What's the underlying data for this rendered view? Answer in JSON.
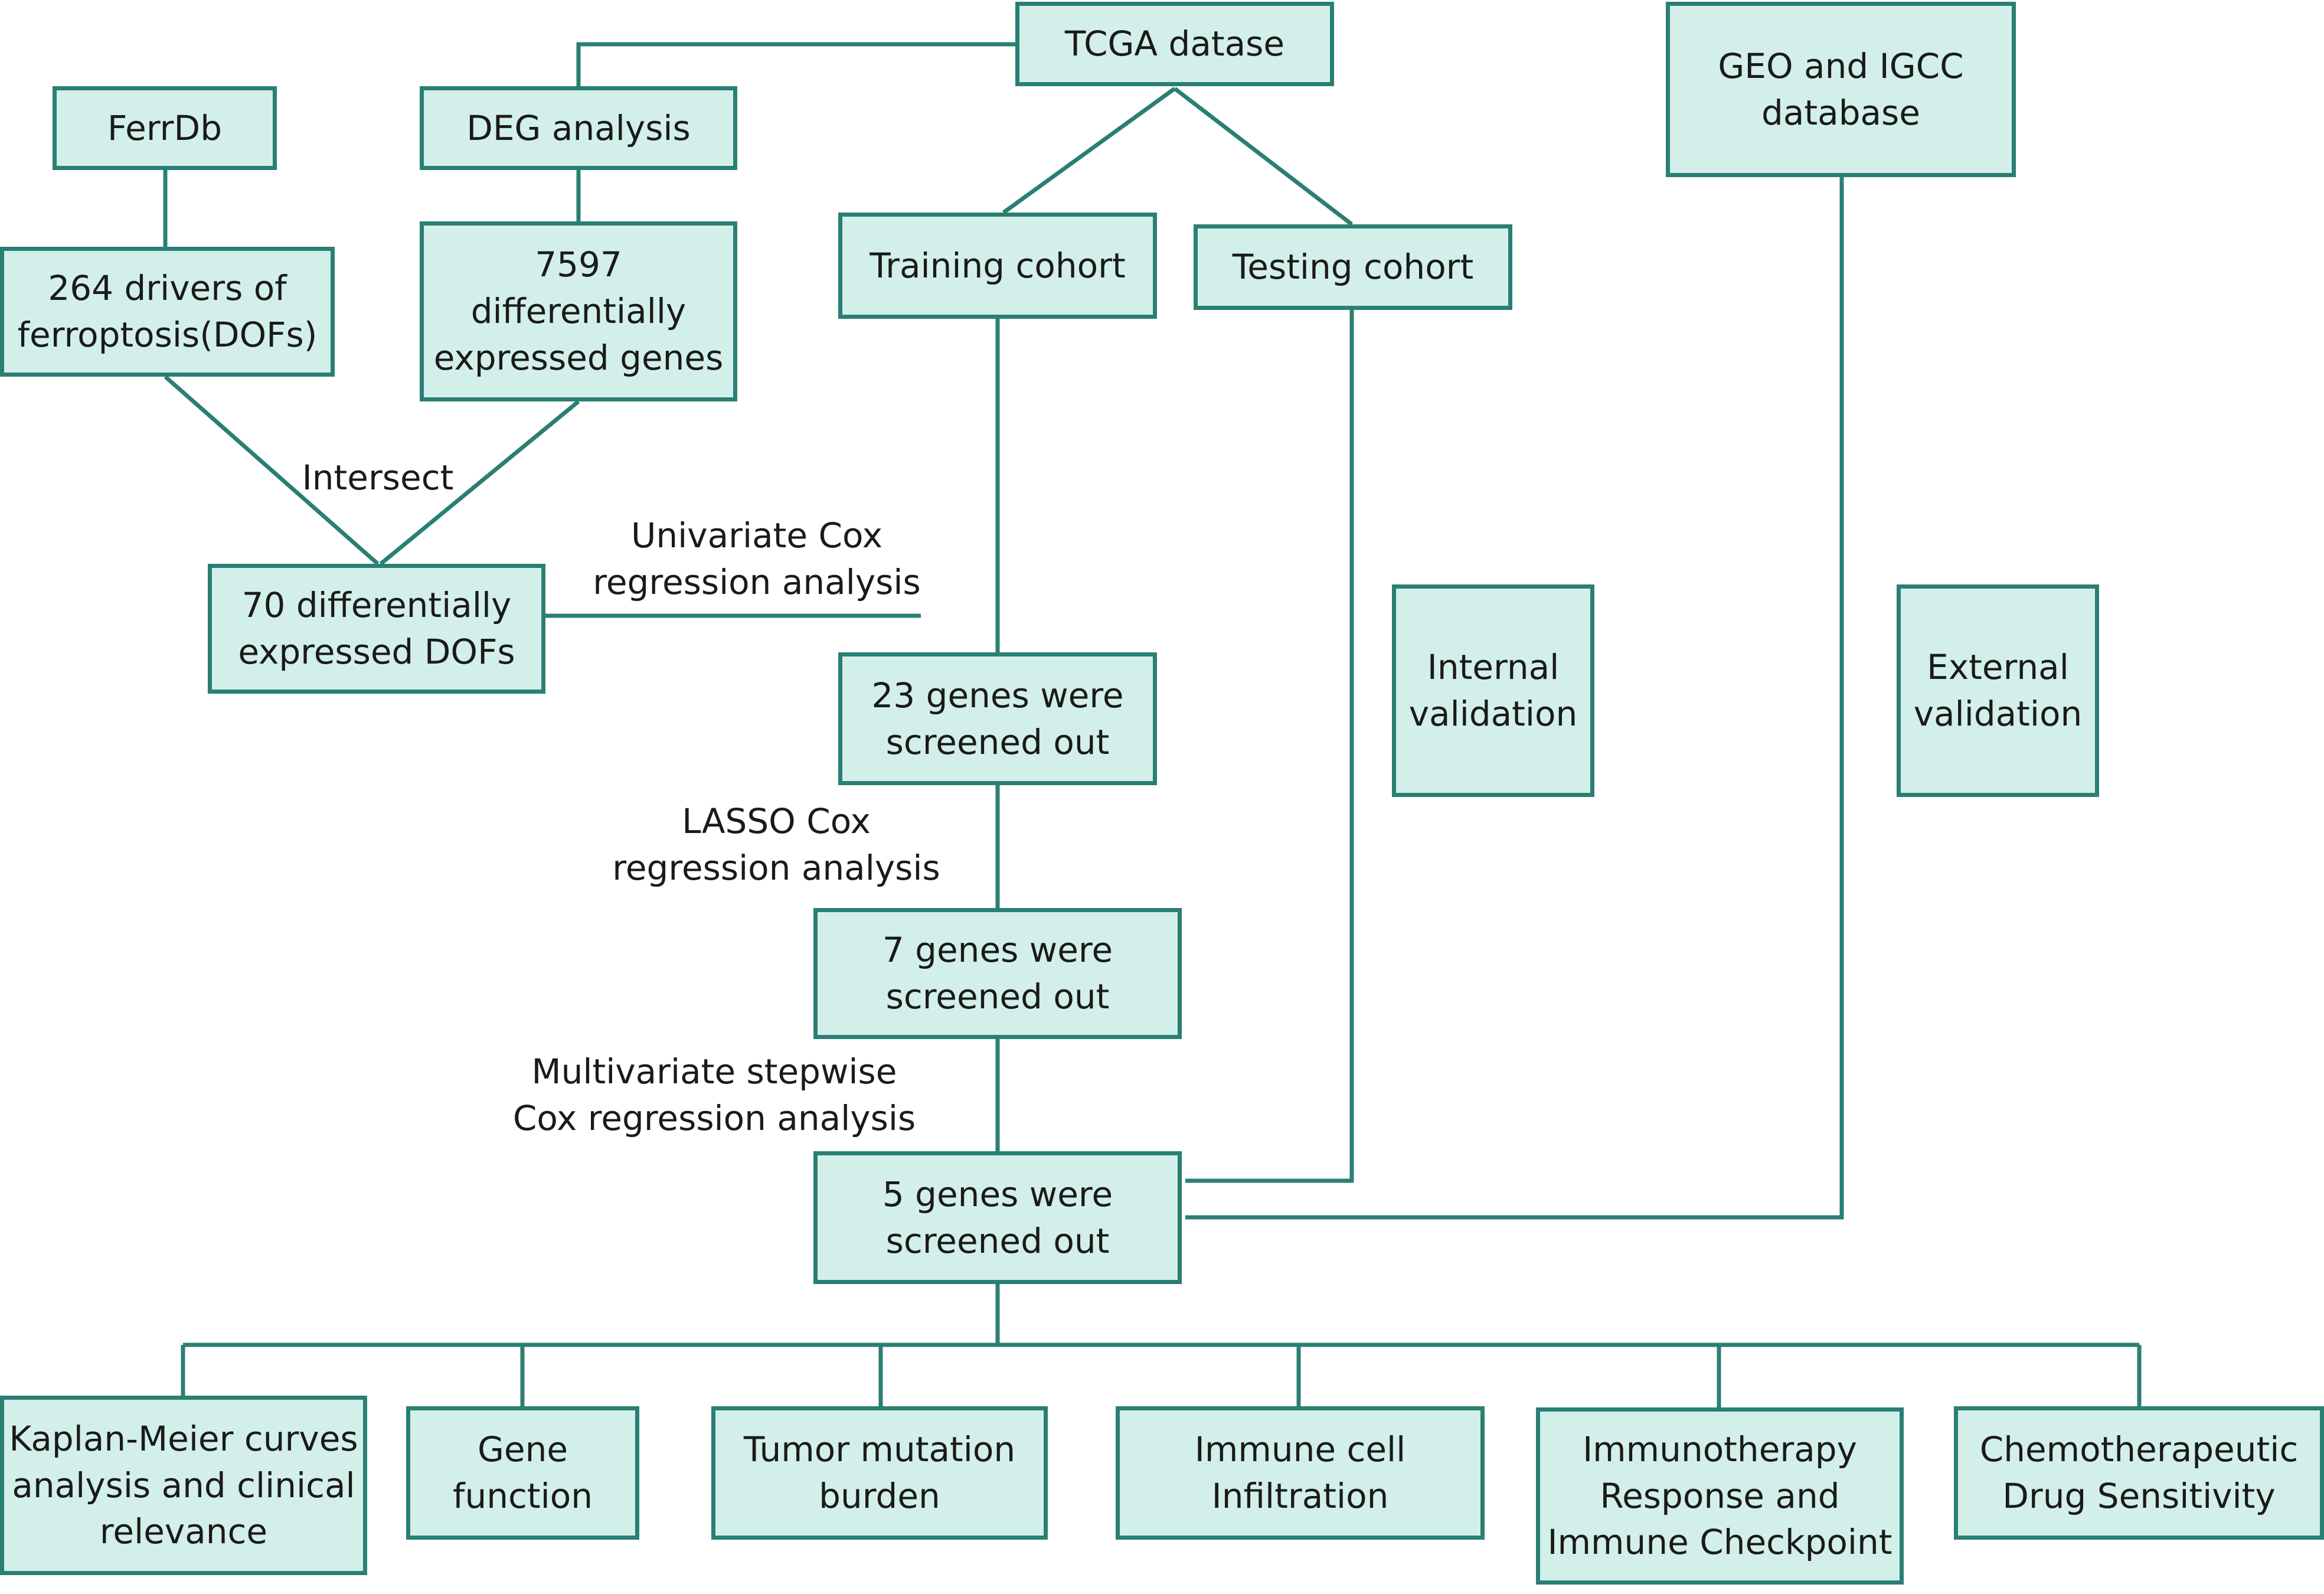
{
  "colors": {
    "box_fill": "#d3efe9",
    "accent": "#2a7f74",
    "text": "#1a1a1a"
  },
  "nodes": {
    "tcga": "TCGA datase",
    "geo_igcc": "GEO and IGCC\ndatabase",
    "ferrdb": "FerrDb",
    "deg_analysis": "DEG analysis",
    "drivers_264": "264 drivers of\nferroptosis(DOFs)",
    "deg_7597": "7597\ndifferentially\nexpressed genes",
    "training_cohort": "Training cohort",
    "testing_cohort": "Testing cohort",
    "dofs_70": "70 differentially\nexpressed DOFs",
    "genes_23": "23 genes were\nscreened out",
    "internal_validation": "Internal\nvalidation",
    "external_validation": "External\nvalidation",
    "genes_7": "7 genes were\nscreened out",
    "genes_5": "5 genes were\nscreened out",
    "km_curves": "Kaplan-Meier curves\nanalysis and clinical\nrelevance",
    "gene_function": "Gene\nfunction",
    "tmb": "Tumor mutation\nburden",
    "immune_infiltration": "Immune cell\nInfiltration",
    "immunotherapy": "Immunotherapy\nResponse and\nImmune Checkpoint",
    "chemo": "Chemotherapeutic\nDrug Sensitivity"
  },
  "edge_labels": {
    "intersect": "Intersect",
    "univariate": "Univariate Cox\nregression analysis",
    "lasso": "LASSO Cox\nregression analysis",
    "multivariate": "Multivariate stepwise\nCox regression analysis"
  }
}
